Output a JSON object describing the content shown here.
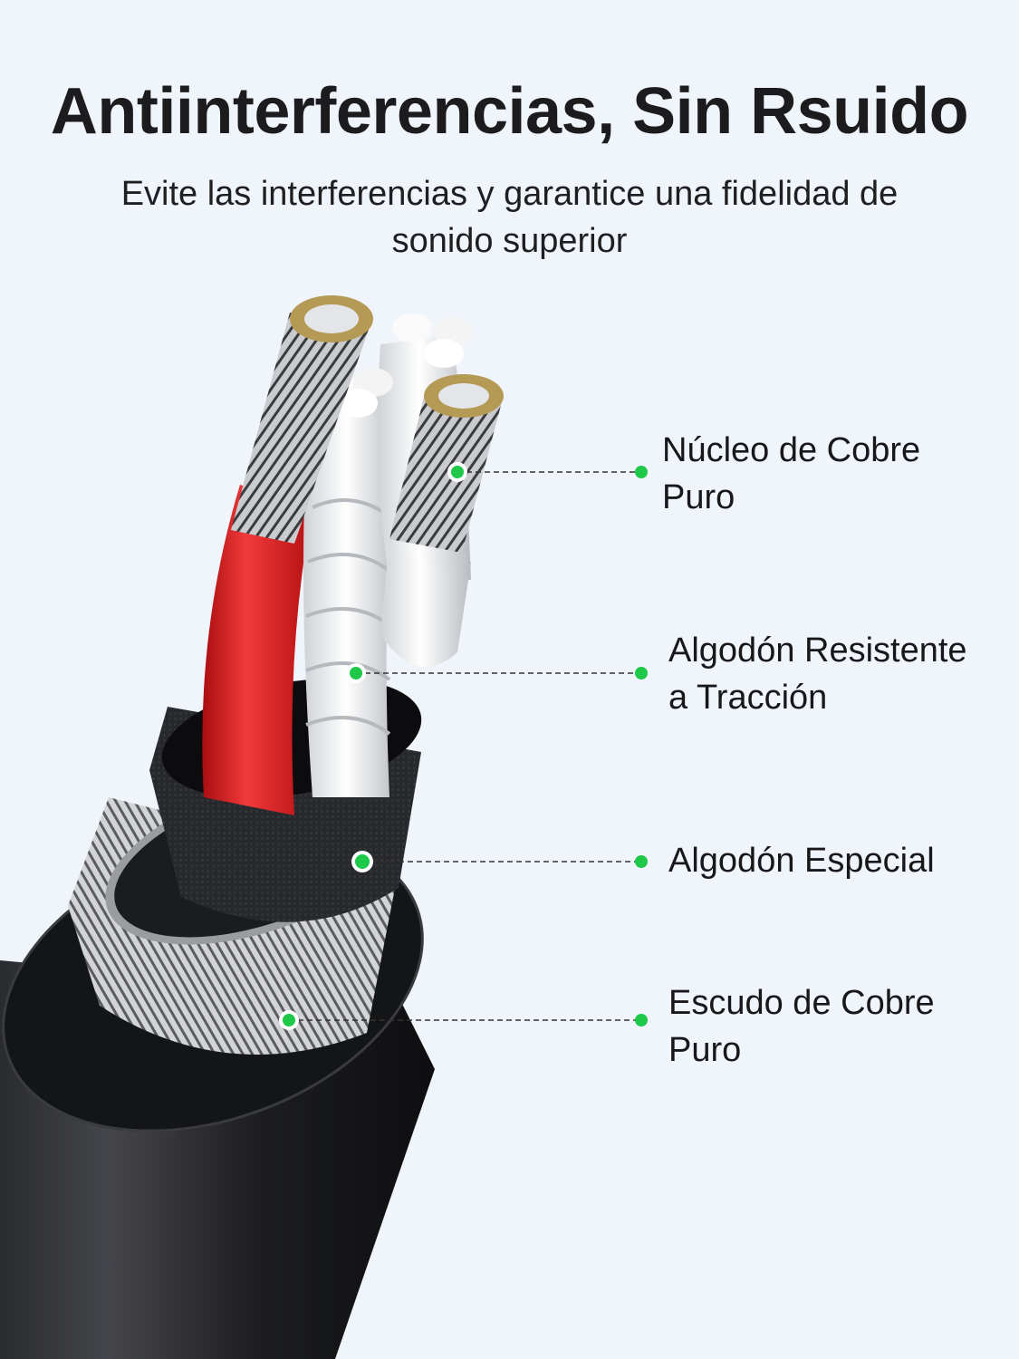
{
  "header": {
    "title": "Antiinterferencias, Sin Rsuido",
    "subtitle": "Evite las interferencias y garantice una fidelidad de sonido superior"
  },
  "callouts": [
    {
      "label": "Núcleo de Cobre Puro",
      "line1": "Núcleo de Cobre",
      "line2": "Puro"
    },
    {
      "label": "Algodón Resistente a Tracción",
      "line1": "Algodón Resistente",
      "line2": "a Tracción"
    },
    {
      "label": "Algodón Especial",
      "line1": "Algodón Especial",
      "line2": ""
    },
    {
      "label": "Escudo de Cobre Puro",
      "line1": "Escudo de Cobre",
      "line2": "Puro"
    }
  ],
  "colors": {
    "background": "#f0f4fb",
    "accent_dot": "#1ec94a",
    "jacket": "#1e1f22",
    "red_insulation": "#e0191b",
    "copper_strand": "#c9b06a",
    "text": "#1c1c1f"
  },
  "illustration": {
    "subject": "audio-cable-cross-section"
  }
}
